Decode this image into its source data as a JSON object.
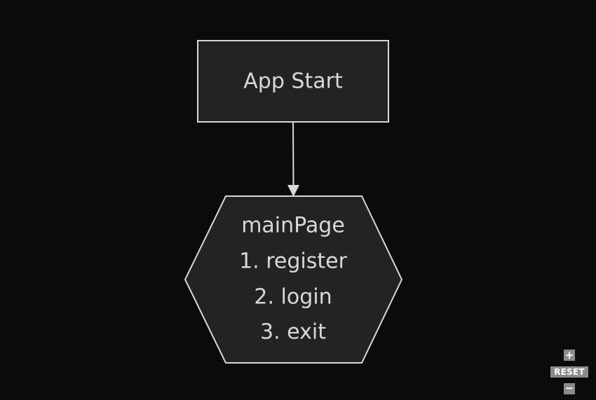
{
  "diagram": {
    "nodes": [
      {
        "id": "app-start",
        "shape": "rectangle",
        "lines": [
          "App Start"
        ]
      },
      {
        "id": "main-page",
        "shape": "hexagon",
        "lines": [
          "mainPage",
          "1. register",
          "2. login",
          "3. exit"
        ]
      }
    ],
    "edges": [
      {
        "from": "app-start",
        "to": "main-page"
      }
    ],
    "colors": {
      "background": "#0b0b0c",
      "node_fill": "#222424",
      "node_stroke": "#d7d9d7",
      "text": "#d7d9d7",
      "edge": "#d7d9d7"
    }
  },
  "zoom_controls": {
    "zoom_in_label": "+",
    "reset_label": "RESET",
    "zoom_out_label": "−",
    "button_color": "#8a8c8b"
  }
}
